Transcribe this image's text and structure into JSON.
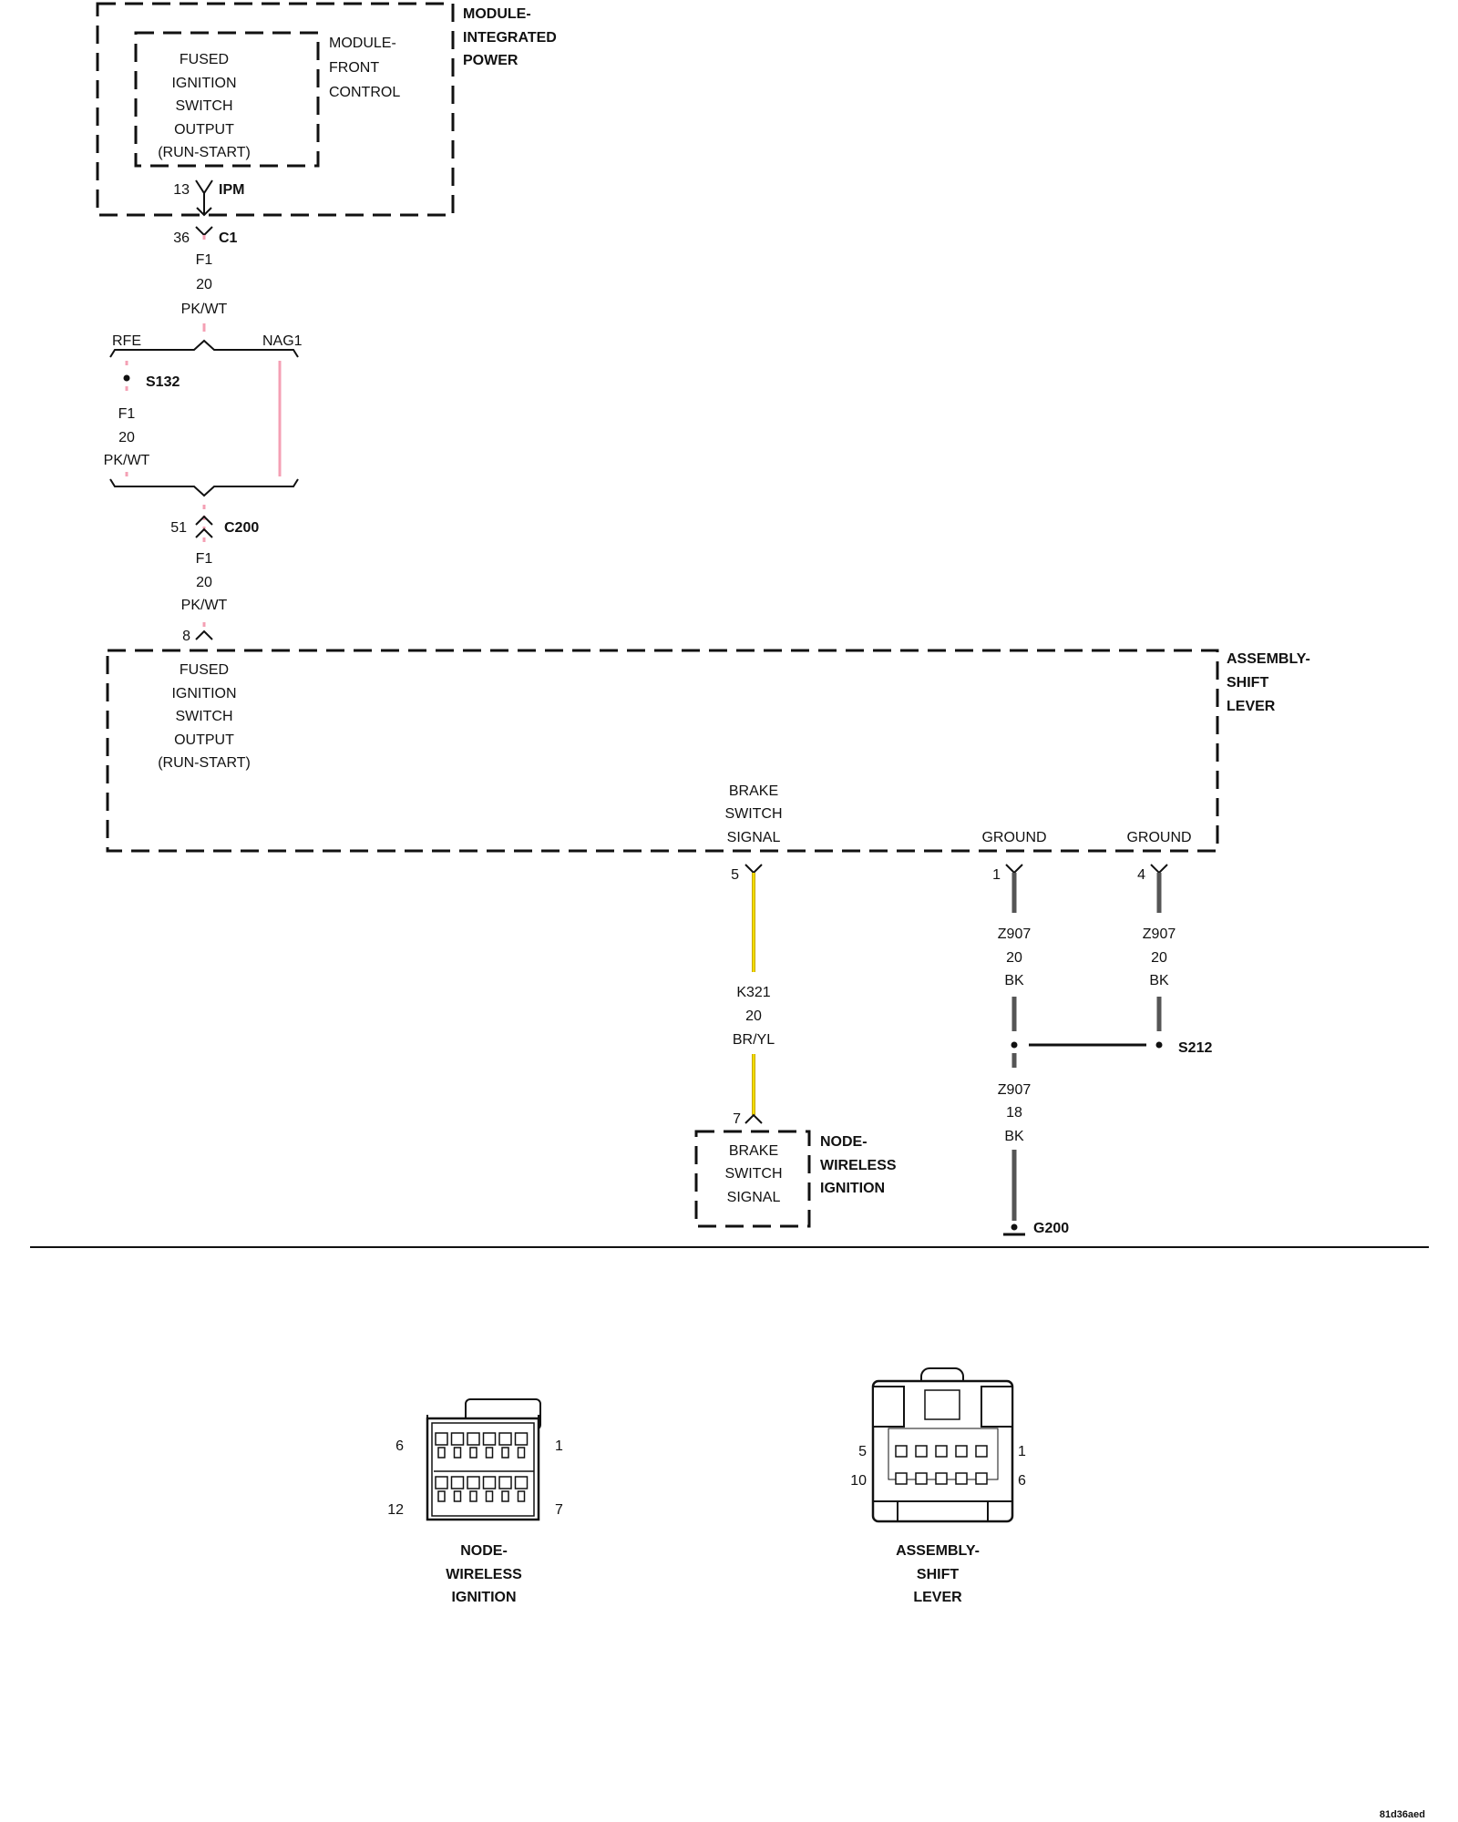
{
  "modules": {
    "ipm": {
      "name": [
        "MODULE-",
        "INTEGRATED",
        "POWER"
      ]
    },
    "fcm": {
      "name": [
        "MODULE-",
        "FRONT",
        "CONTROL"
      ],
      "circuit": [
        "FUSED",
        "IGNITION",
        "SWITCH",
        "OUTPUT",
        "(RUN-START)"
      ]
    },
    "shift": {
      "name": [
        "ASSEMBLY-",
        "SHIFT",
        "LEVER"
      ],
      "circuit_fused": [
        "FUSED",
        "IGNITION",
        "SWITCH",
        "OUTPUT",
        "(RUN-START)"
      ],
      "circuit_brake": [
        "BRAKE",
        "SWITCH",
        "SIGNAL"
      ],
      "ground1": "GROUND",
      "ground2": "GROUND"
    },
    "wireless": {
      "name": [
        "NODE-",
        "WIRELESS",
        "IGNITION"
      ],
      "circuit": [
        "BRAKE",
        "SWITCH",
        "SIGNAL"
      ]
    }
  },
  "connectors": {
    "ipm": {
      "pin": "13",
      "name": "IPM"
    },
    "c1": {
      "pin": "36",
      "name": "C1"
    },
    "c200": {
      "pin": "51",
      "name": "C200"
    },
    "shift_8": {
      "pin": "8"
    },
    "shift_5": {
      "pin": "5"
    },
    "shift_1": {
      "pin": "1"
    },
    "shift_4": {
      "pin": "4"
    },
    "wireless_7": {
      "pin": "7"
    }
  },
  "wires": {
    "f1_top": [
      "F1",
      "20",
      "PK/WT"
    ],
    "f1_rfe": [
      "F1",
      "20",
      "PK/WT"
    ],
    "f1_bottom": [
      "F1",
      "20",
      "PK/WT"
    ],
    "k321": [
      "K321",
      "20",
      "BR/YL"
    ],
    "z907_a": [
      "Z907",
      "20",
      "BK"
    ],
    "z907_b": [
      "Z907",
      "20",
      "BK"
    ],
    "z907_c": [
      "Z907",
      "18",
      "BK"
    ]
  },
  "options": {
    "rfe": "RFE",
    "nag1": "NAG1"
  },
  "splices": {
    "s132": "S132",
    "s212": "S212"
  },
  "grounds": {
    "g200": "G200"
  },
  "connector_views": {
    "wireless": {
      "pins": {
        "tl": "6",
        "tr": "1",
        "bl": "12",
        "br": "7"
      },
      "name": [
        "NODE-",
        "WIRELESS",
        "IGNITION"
      ]
    },
    "shift": {
      "pins": {
        "tl": "5",
        "tr": "1",
        "bl": "10",
        "br": "6"
      },
      "name": [
        "ASSEMBLY-",
        "SHIFT",
        "LEVER"
      ]
    }
  },
  "image_code": "81d36aed"
}
